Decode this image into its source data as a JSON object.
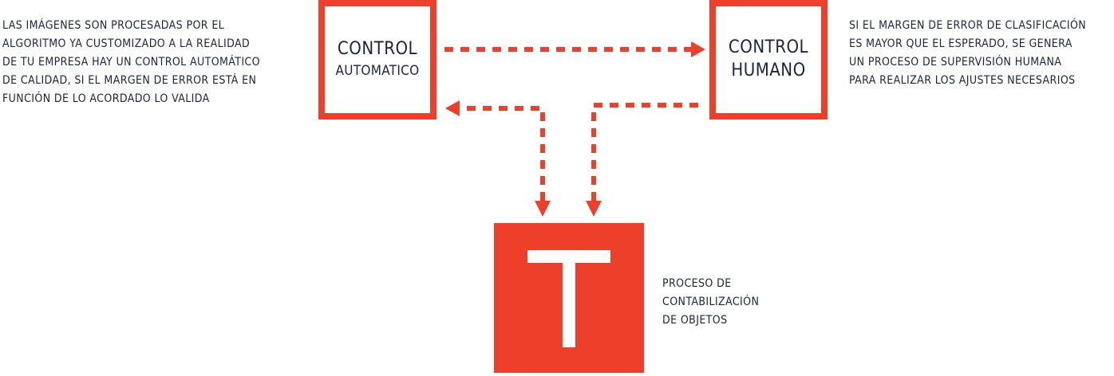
{
  "left_note": "LAS IMÁGENES SON PROCESADAS POR EL\nALGORITMO YA CUSTOMIZADO A LA REALIDAD\nDE TU EMPRESA HAY UN CONTROL AUTOMÁTICO\nDE CALIDAD, SI EL MARGEN DE ERROR ESTÁ EN\nFUNCIÓN DE LO ACORDADO LO VALIDA",
  "right_note": "SI EL MARGEN DE ERROR DE CLASIFICACIÓN\nES MAYOR QUE EL ESPERADO, SE GENERA\nUN PROCESO DE SUPERVISIÓN HUMANA\nPARA REALIZAR LOS AJUSTES NECESARIOS",
  "bottom_note": "PROCESO DE\nCONTABILIZACIÓN\nDE OBJETOS",
  "automatic_box": {
    "line1": "CONTROL",
    "line2": "AUTOMATICO"
  },
  "human_box": {
    "line1": "CONTROL",
    "line2": "HUMANO"
  },
  "process_logo": {
    "letter": "T"
  },
  "colors": {
    "accent": "#ee3f2a",
    "text": "#1c2340",
    "background": "#ffffff"
  }
}
